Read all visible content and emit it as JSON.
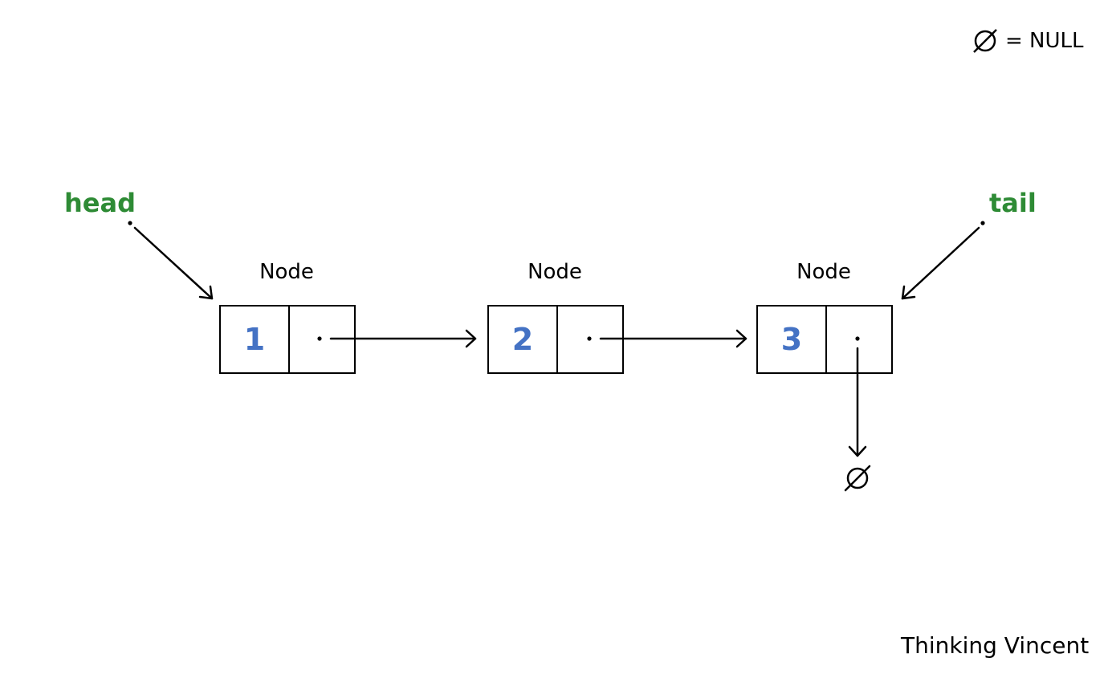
{
  "legend": {
    "symbol": "null-icon",
    "text": "= NULL"
  },
  "pointers": {
    "head_label": "head",
    "tail_label": "tail"
  },
  "nodes": [
    {
      "title": "Node",
      "value": "1"
    },
    {
      "title": "Node",
      "value": "2"
    },
    {
      "title": "Node",
      "value": "3"
    }
  ],
  "credit": "Thinking Vincent",
  "colors": {
    "pointer_label": "#2e8b35",
    "node_value": "#4472c4",
    "stroke": "#000000"
  }
}
